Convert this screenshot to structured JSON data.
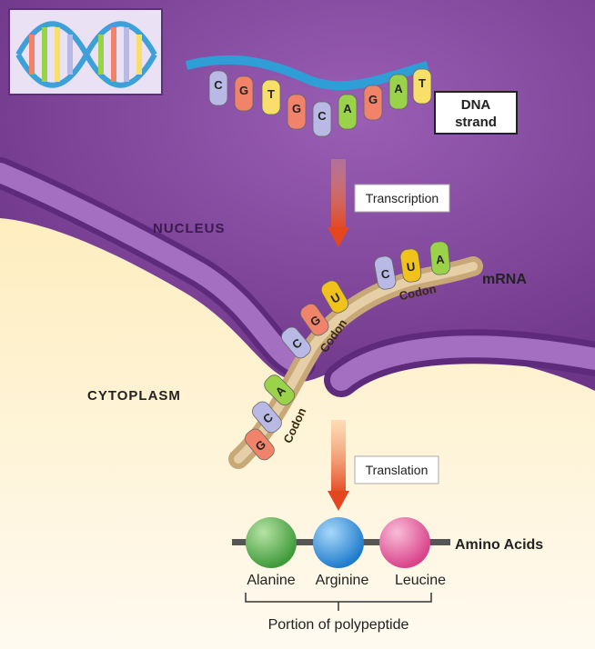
{
  "labels": {
    "nucleus": "NUCLEUS",
    "cytoplasm": "CYTOPLASM",
    "dna_line1": "DNA",
    "dna_line2": "strand",
    "mrna": "mRNA",
    "transcription": "Transcription",
    "translation": "Translation",
    "amino_acids": "Amino Acids",
    "polypeptide": "Portion of polypeptide",
    "codon": "Codon"
  },
  "dna_bases": [
    "C",
    "G",
    "T",
    "G",
    "C",
    "A",
    "G",
    "A",
    "T"
  ],
  "mrna_codons": [
    [
      "G",
      "C",
      "A"
    ],
    [
      "C",
      "G",
      "U"
    ],
    [
      "C",
      "U",
      "A"
    ]
  ],
  "amino_acids": [
    "Alanine",
    "Arginine",
    "Leucine"
  ],
  "colors": {
    "nucleus": "#7e3f9a",
    "cytoplasm": "#fbeec7",
    "membrane": "#6a2d8b",
    "arrow": "#e8502a",
    "alanine": "#4caf50",
    "arginine": "#2f8fd8",
    "leucine": "#e8609e",
    "base_C": "#b9b9e6",
    "base_G": "#f2836b",
    "base_T": "#f7df6a",
    "base_A": "#9ad24a",
    "base_U": "#f1c21c"
  }
}
